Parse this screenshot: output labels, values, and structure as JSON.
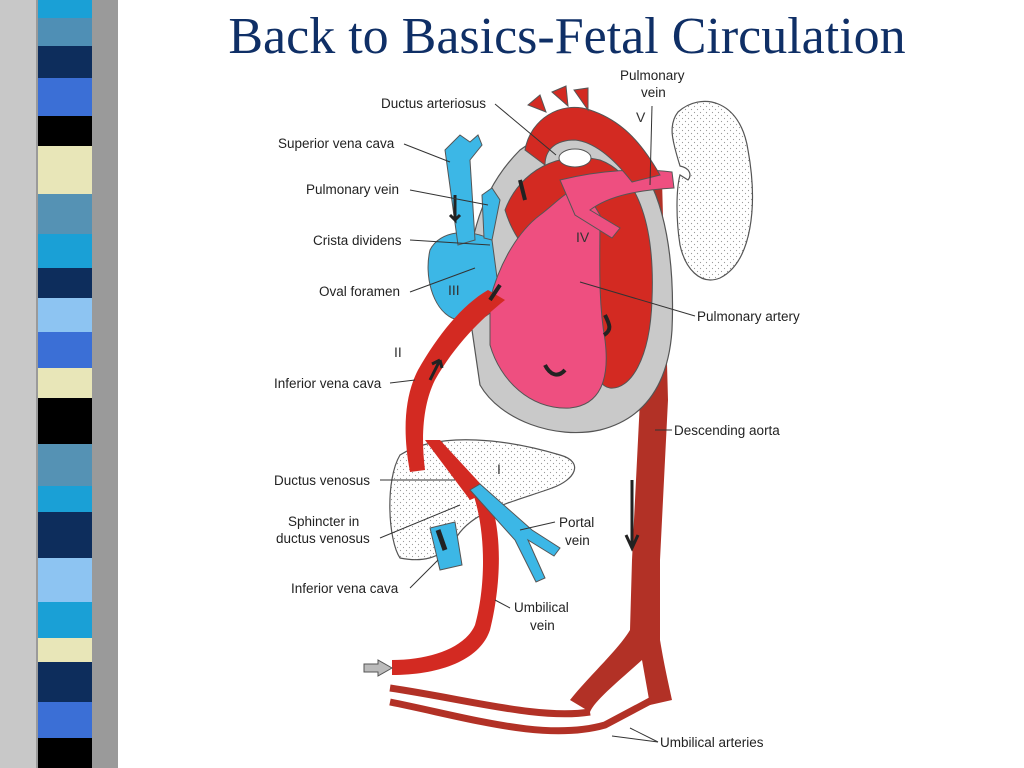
{
  "title": "Back to Basics-Fetal Circulation",
  "colors": {
    "title": "#0f2f66",
    "oxygenated_blood": "#d32a22",
    "venous_blood": "#3cb7e6",
    "mixed_blood": "#ee4f80",
    "descending_aorta": "#b23126",
    "tissue": "#c9c9c9"
  },
  "labels": {
    "ductus_arteriosus": "Ductus arteriosus",
    "superior_vena_cava": "Superior vena cava",
    "pulmonary_vein_left": "Pulmonary vein",
    "crista_dividens": "Crista dividens",
    "oval_foramen": "Oval foramen",
    "inferior_vena_cava_upper": "Inferior vena cava",
    "ductus_venosus": "Ductus venosus",
    "sphincter_line1": "Sphincter in",
    "sphincter_line2": "ductus venosus",
    "inferior_vena_cava_lower": "Inferior vena cava",
    "pulmonary_vein_top_line1": "Pulmonary",
    "pulmonary_vein_top_line2": "vein",
    "pulmonary_artery": "Pulmonary artery",
    "descending_aorta": "Descending aorta",
    "portal_vein_line1": "Portal",
    "portal_vein_line2": "vein",
    "umbilical_vein_line1": "Umbilical",
    "umbilical_vein_line2": "vein",
    "umbilical_arteries": "Umbilical arteries"
  },
  "roman_numerals": {
    "i": "I",
    "ii": "II",
    "iii": "III",
    "iv": "IV",
    "v": "V"
  }
}
